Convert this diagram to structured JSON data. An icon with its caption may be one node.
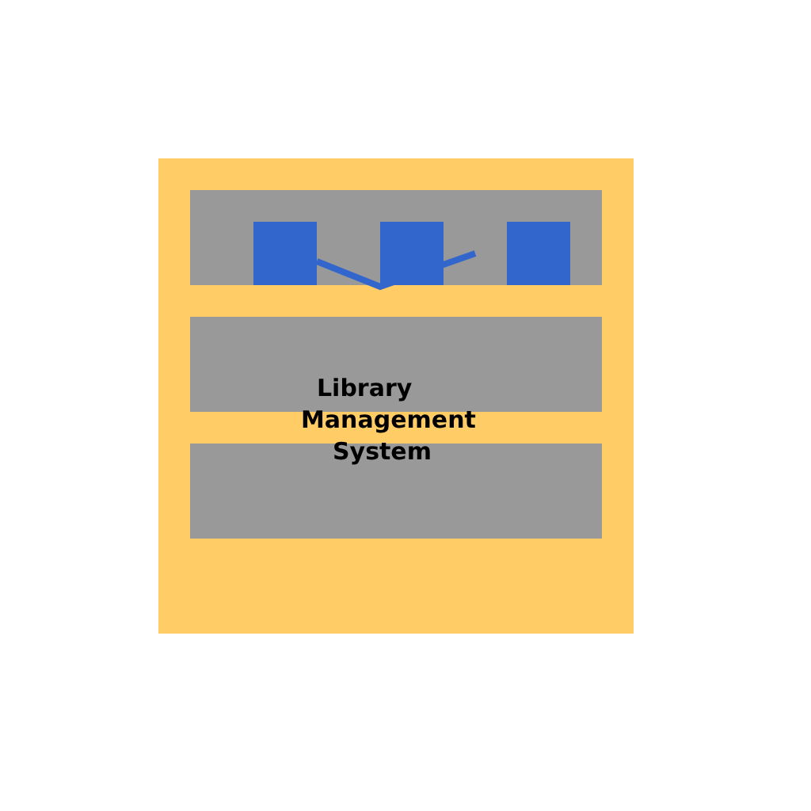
{
  "diagram": {
    "labels": [
      "Library",
      "Management",
      "System"
    ]
  }
}
